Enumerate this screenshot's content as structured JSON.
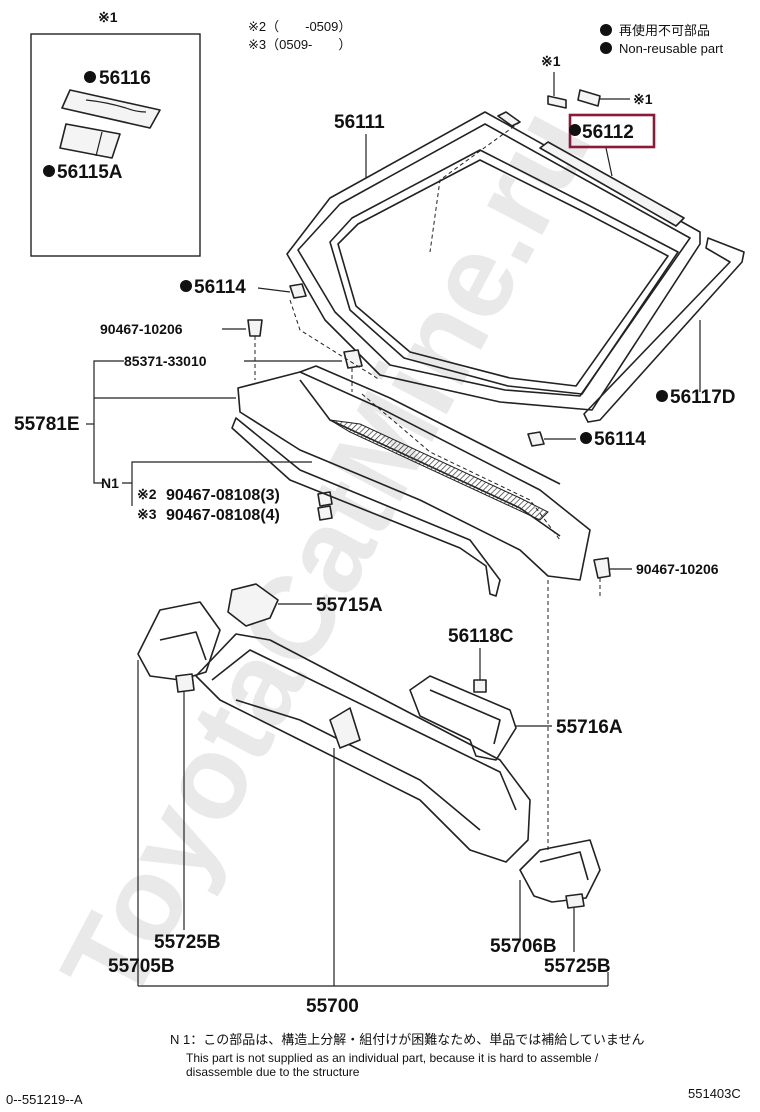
{
  "watermark": "ToyotaCatMine.ru",
  "legend": {
    "jp": "再使用不可部品",
    "en": "Non-reusable part"
  },
  "notes": {
    "marker_note": "※1",
    "range2": "※2（　　-0509）",
    "range3": "※3（0509-　　）",
    "n1_jp": "N 1：この部品は、構造上分解・組付けが困難なため、単品では補給していません",
    "n1_en_1": "This part is not supplied as an individual part, because it is hard to assemble /",
    "n1_en_2": "disassemble due to the structure"
  },
  "footer": {
    "left": "0--551219--A",
    "right": "551403C"
  },
  "callouts": {
    "m1_inset": "※1",
    "m1_top": "※1",
    "m1_clip": "※1",
    "p56116": "56116",
    "p56115A": "56115A",
    "p56111": "56111",
    "p56112": "56112",
    "p56114_a": "56114",
    "p56114_b": "56114",
    "p56117D": "56117D",
    "p90467_10206_a": "90467-10206",
    "p90467_10206_b": "90467-10206",
    "p85371": "85371-33010",
    "p55781E": "55781E",
    "pN1": "N1",
    "p90467_08108_3": "90467-08108(3)",
    "p90467_08108_4": "90467-08108(4)",
    "m2": "※2",
    "m3": "※3",
    "p55715A": "55715A",
    "p56118C": "56118C",
    "p55716A": "55716A",
    "p55725B_a": "55725B",
    "p55705B": "55705B",
    "p55706B": "55706B",
    "p55725B_b": "55725B",
    "p55700": "55700"
  },
  "highlight_color": "#8b1a3a"
}
